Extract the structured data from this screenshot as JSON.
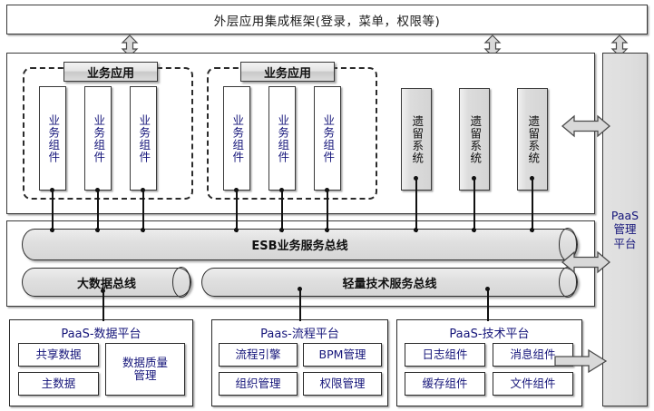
{
  "banner": {
    "label": "外层应用集成框架(登录，菜单，权限等)"
  },
  "apps_layer": {
    "groups": [
      {
        "label": "业务应用",
        "components": [
          "业务组件",
          "业务组件",
          "业务组件"
        ]
      },
      {
        "label": "业务应用",
        "components": [
          "业务组件",
          "业务组件",
          "业务组件"
        ]
      }
    ],
    "legacy_systems": [
      "遗留系统",
      "遗留系统",
      "遗留系统"
    ]
  },
  "bus_layer": {
    "esb": "ESB业务服务总线",
    "bigdata": "大数据总线",
    "lightweight": "轻量技术服务总线"
  },
  "platforms": [
    {
      "title": "PaaS-数据平台",
      "items": [
        "共享数据",
        "主数据",
        "数据质量管理"
      ]
    },
    {
      "title": "Paas-流程平台",
      "items": [
        "流程引擎",
        "BPM管理",
        "组织管理",
        "权限管理"
      ]
    },
    {
      "title": "PaaS-技术平台",
      "items": [
        "日志组件",
        "消息组件",
        "缓存组件",
        "文件组件"
      ]
    }
  ],
  "paas_admin": {
    "line1": "PaaS",
    "line2": "管理",
    "line3": "平台"
  },
  "icons": {
    "up_down_arrow": "double-arrow-vertical-icon",
    "left_right_arrow": "double-arrow-horizontal-icon",
    "right_arrow": "arrow-right-icon"
  },
  "colors": {
    "text_blue": "#15157a",
    "border": "#2a2a2a",
    "grey_fill": "#dcdcdc",
    "page_bg": "#ffffff"
  }
}
